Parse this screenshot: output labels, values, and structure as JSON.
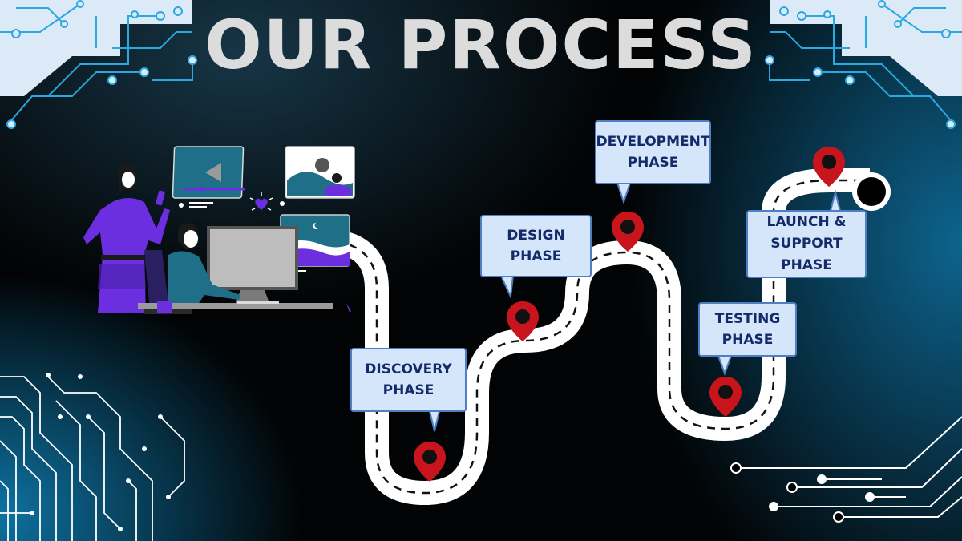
{
  "title": "OUR PROCESS",
  "phases": [
    {
      "label_line1": "DISCOVERY",
      "label_line2": "PHASE"
    },
    {
      "label_line1": "DESIGN PHASE"
    },
    {
      "label_line1": "DEVELOPMENT",
      "label_line2": "PHASE"
    },
    {
      "label_line1": "TESTING",
      "label_line2": "PHASE"
    },
    {
      "label_line1": "LAUNCH &",
      "label_line2": "SUPPORT",
      "label_line3": "PHASE"
    }
  ],
  "colors": {
    "title": "#dcdcdc",
    "box_fill": "#d6e6fa",
    "box_border": "#4e7fc4",
    "box_text": "#142a6b",
    "pin": "#c8141c",
    "road": "#ffffff",
    "circuit_blue": "#2aa8e0",
    "person_purple": "#6b2fe0"
  },
  "icons": [
    "location-pin-icon",
    "finish-flag-circle-icon",
    "play-icon",
    "heart-icon",
    "image-icon",
    "circuit-decoration"
  ]
}
